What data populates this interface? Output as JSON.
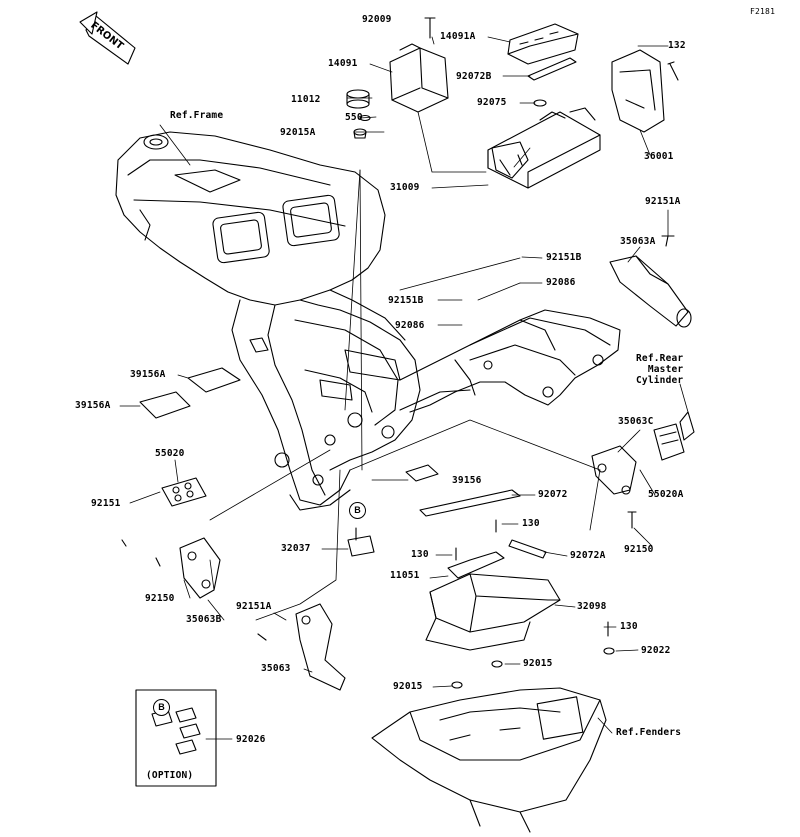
{
  "sheet_id": "F2181",
  "front_arrow_label": "FRONT",
  "callout_letter": "B",
  "option_label": "(OPTION)",
  "labels": {
    "p92009": "92009",
    "p14091A": "14091A",
    "p132": "132",
    "p14091": "14091",
    "p92072B": "92072B",
    "p11012": "11012",
    "p92075": "92075",
    "p550": "550",
    "p92015A": "92015A",
    "p36001": "36001",
    "refFrame": "Ref.Frame",
    "p31009": "31009",
    "p92151A_top": "92151A",
    "p35063A": "35063A",
    "p92151B": "92151B",
    "p92151B_2": "92151B",
    "p92086": "92086",
    "p92086_2": "92086",
    "refRearMaster": "Ref.Rear\nMaster\nCylinder",
    "p39156A_1": "39156A",
    "p39156A_2": "39156A",
    "p35063C": "35063C",
    "p55020": "55020",
    "p39156": "39156",
    "p92072": "92072",
    "p55020A": "55020A",
    "p92151": "92151",
    "p130_a": "130",
    "p92150_r": "92150",
    "p32037": "32037",
    "p130_b": "130",
    "p92072A": "92072A",
    "p11051": "11051",
    "p92150_l": "92150",
    "p32098": "32098",
    "p35063B": "35063B",
    "p92151A_low": "92151A",
    "p130_c": "130",
    "p92022": "92022",
    "p35063": "35063",
    "p92015": "92015",
    "p92015_2": "92015",
    "p92026": "92026",
    "refFenders": "Ref.Fenders"
  }
}
